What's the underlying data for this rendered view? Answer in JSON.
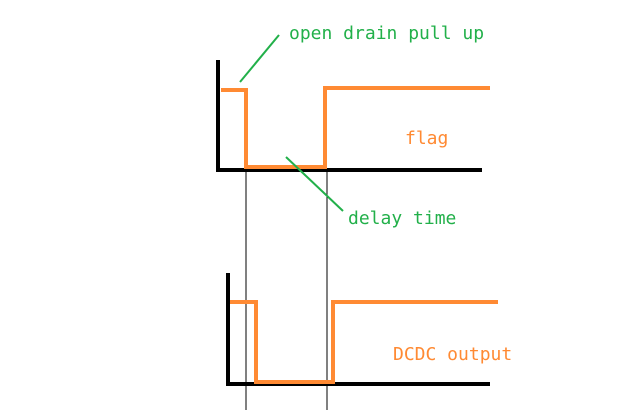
{
  "colors": {
    "axis": "#000000",
    "signal": "#ff8a33",
    "annotation": "#22b04a",
    "background": "#ffffff"
  },
  "labels": {
    "open_drain": "open drain pull up",
    "flag": "flag",
    "delay_time": "delay time",
    "dcdc_output": "DCDC output"
  },
  "waveforms": {
    "flag": {
      "levels": [
        "high",
        "low",
        "high"
      ]
    },
    "dcdc_output": {
      "levels": [
        "high",
        "low",
        "high"
      ]
    }
  }
}
